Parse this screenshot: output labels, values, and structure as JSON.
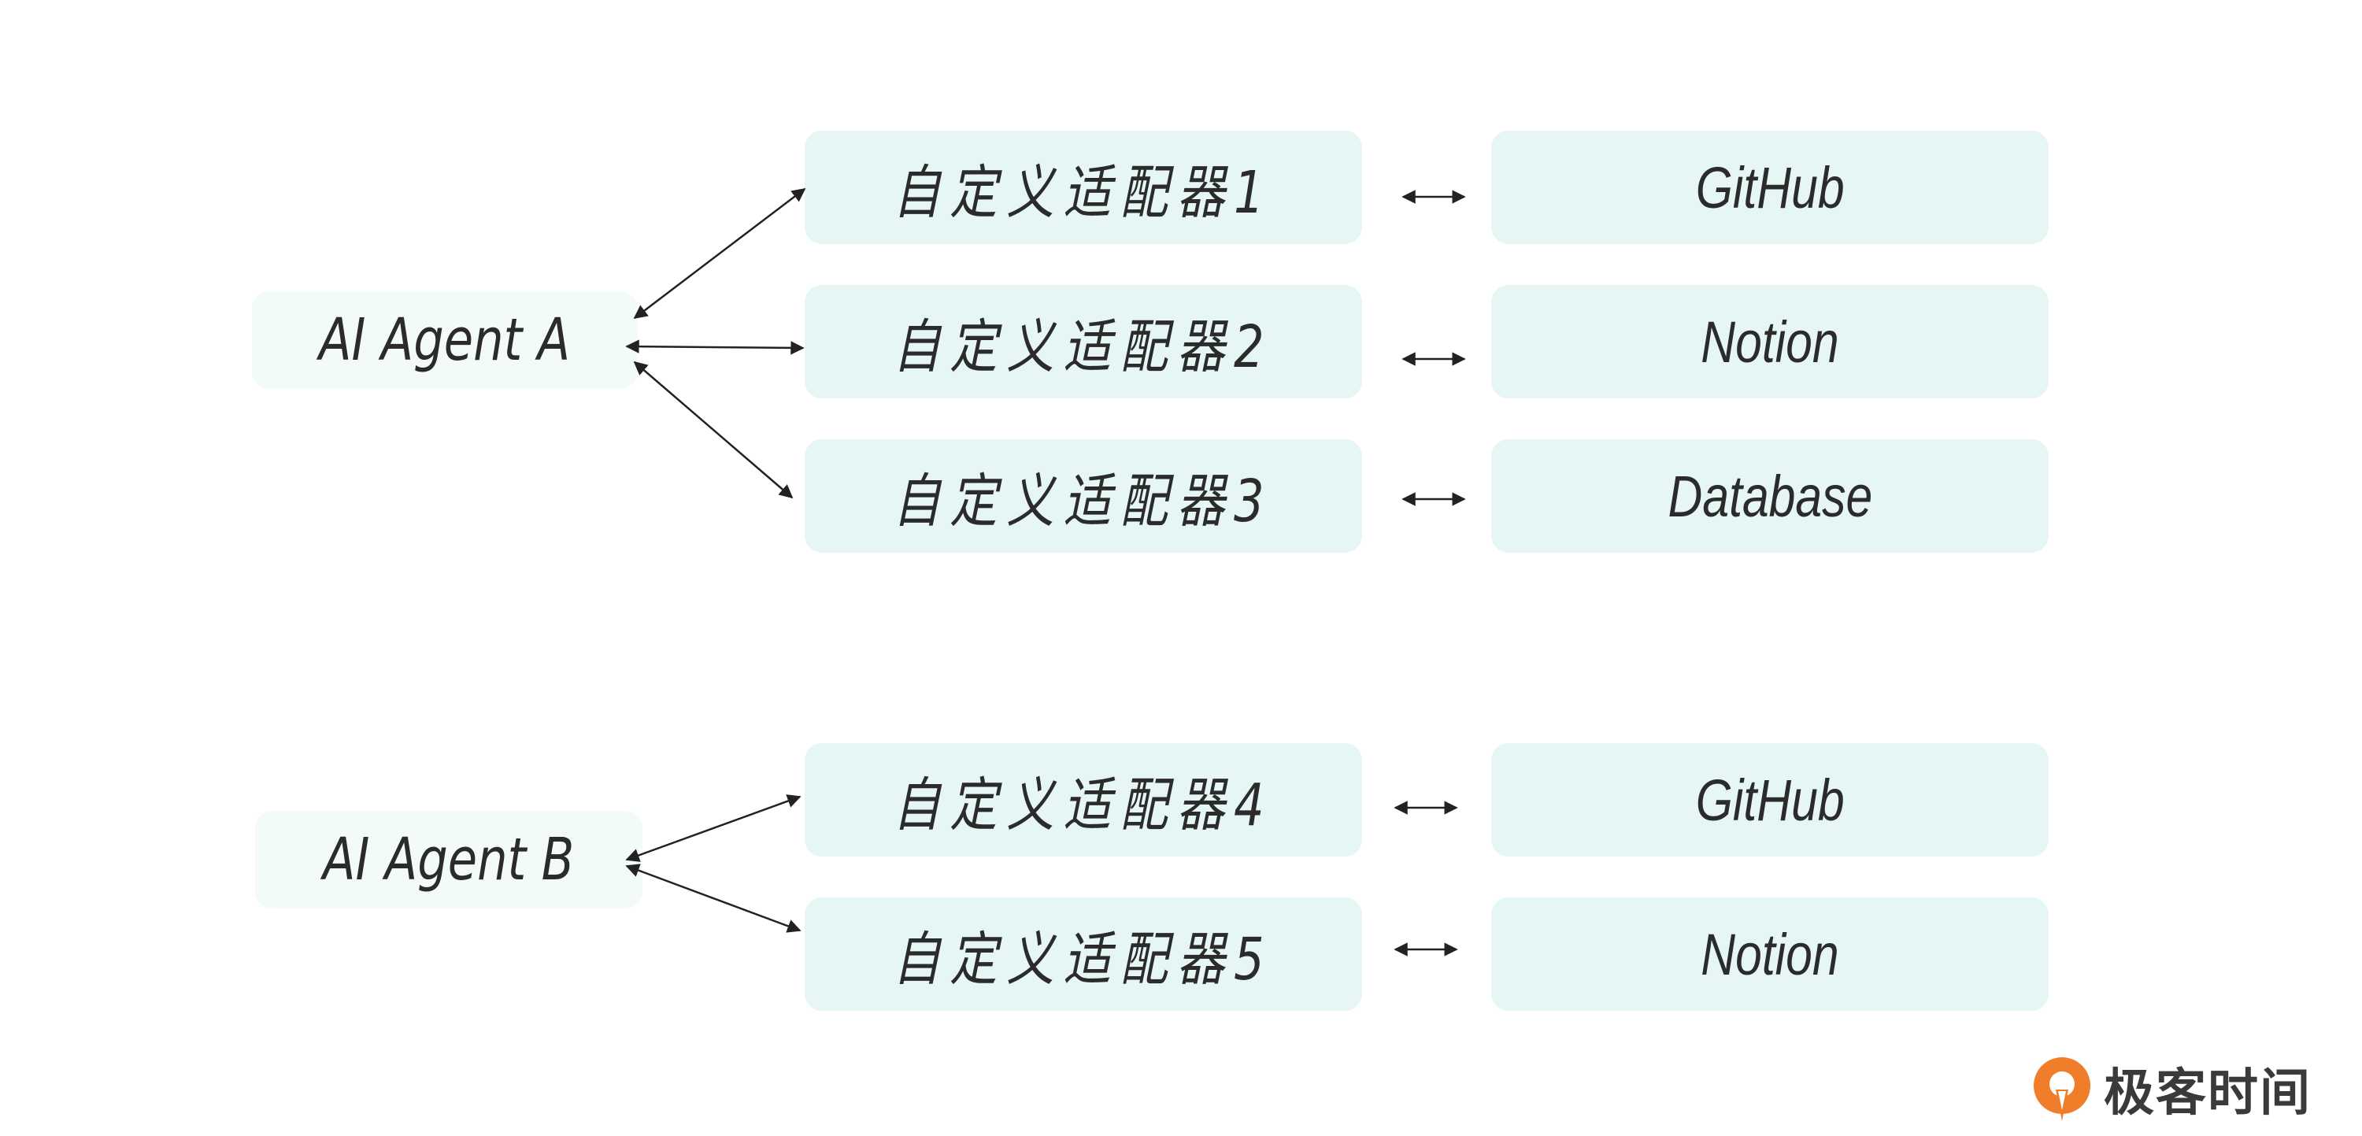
{
  "diagram": {
    "group_a": {
      "agent": "AI Agent A",
      "adapters": [
        "自定义适配器1",
        "自定义适配器2",
        "自定义适配器3"
      ],
      "services": [
        "GitHub",
        "Notion",
        "Database"
      ]
    },
    "group_b": {
      "agent": "AI Agent B",
      "adapters": [
        "自定义适配器4",
        "自定义适配器5"
      ],
      "services": [
        "GitHub",
        "Notion"
      ]
    }
  },
  "brand": {
    "name": "极客时间",
    "accent": "#f07d2a"
  },
  "colors": {
    "box_fill": "#e6f6f5",
    "agent_fill": "#f3fafa",
    "text": "#2b2b2b",
    "arrow": "#222222"
  }
}
